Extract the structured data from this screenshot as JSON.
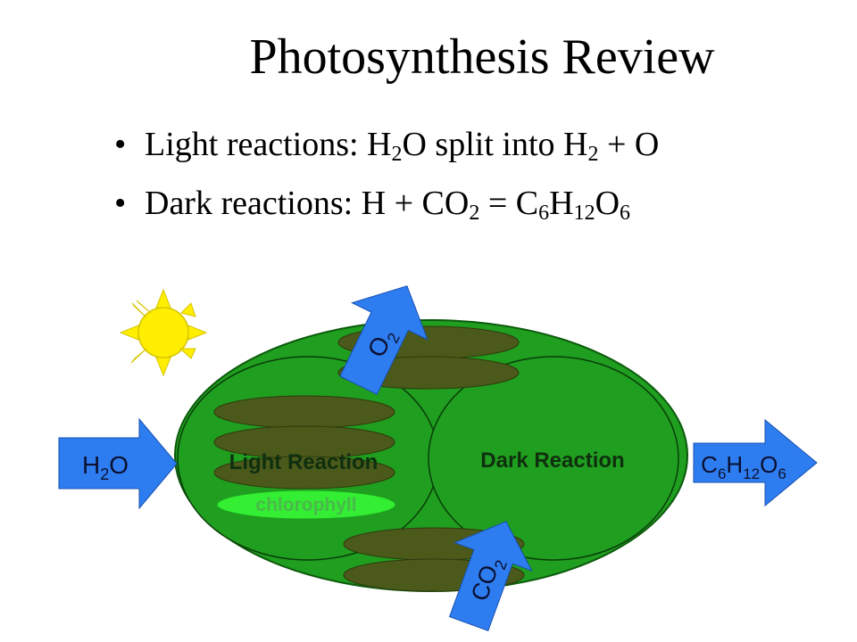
{
  "title": "Photosynthesis Review",
  "bullets": [
    {
      "marker": "•",
      "parts": [
        {
          "text": "Light reactions: H"
        },
        {
          "sub": "2"
        },
        {
          "text": "O split into H"
        },
        {
          "sub": "2"
        },
        {
          "text": " + O"
        }
      ]
    },
    {
      "marker": "•",
      "parts": [
        {
          "text": "Dark reactions: H + CO"
        },
        {
          "sub": "2"
        },
        {
          "text": " = C"
        },
        {
          "sub": "6"
        },
        {
          "text": "H"
        },
        {
          "sub": "12"
        },
        {
          "text": "O"
        },
        {
          "sub": "6"
        }
      ]
    }
  ],
  "diagram": {
    "light_reaction_label": "Light Reaction",
    "dark_reaction_label": "Dark Reaction",
    "chlorophyll_label": "chlorophyll",
    "input_arrow": {
      "main": "H",
      "sub": "2",
      "tail": "O"
    },
    "output_arrow": {
      "p1": "C",
      "s1": "6",
      "p2": "H",
      "s2": "12",
      "p3": "O",
      "s3": "6"
    },
    "o2_arrow": {
      "main": "O",
      "sub": "2"
    },
    "co2_arrow": {
      "main": "CO",
      "sub": "2"
    },
    "colors": {
      "chloroplast": "#1f9e1f",
      "thylakoid": "#4b5a1a",
      "chlorophyll": "#33ee33",
      "arrow": "#2e7df0",
      "sun": "#ffee00"
    },
    "icons": {
      "sun": "sun-icon"
    }
  }
}
